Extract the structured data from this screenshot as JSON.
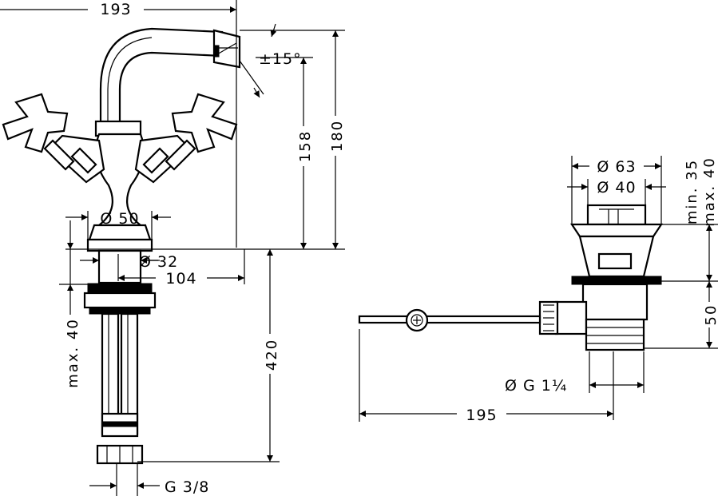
{
  "labels": {
    "width_total": "193",
    "angle": "±15°",
    "height_outlet": "158",
    "height_total": "180",
    "dia_base": "Ø 50",
    "dia_shank": "Ø 32",
    "reach": "104",
    "max_thickness": "max. 40",
    "hose_length": "420",
    "thread_connection": "G 3/8",
    "dia_waste_outer": "Ø 63",
    "dia_waste_inner": "Ø 40",
    "waste_min": "min. 35",
    "waste_max": "max. 40",
    "waste_height": "50",
    "waste_thread": "Ø G 1¼",
    "rod_length": "195"
  }
}
